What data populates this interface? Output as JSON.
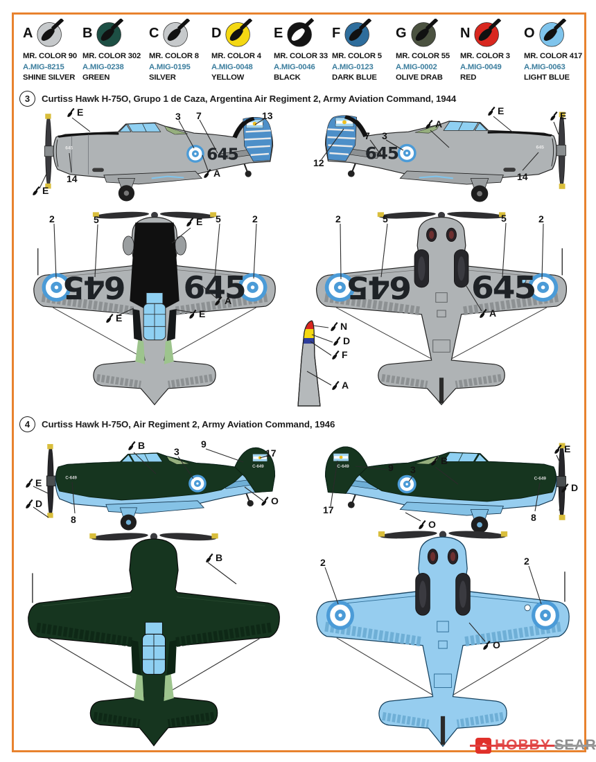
{
  "page": {
    "bg": "#FFFFFF",
    "frame_color": "#E8822E"
  },
  "palette": [
    {
      "letter": "A",
      "circle": "#C6C9CB",
      "mr": "MR. COLOR 90",
      "amig": "A.MIG-8215",
      "name": "SHINE SILVER"
    },
    {
      "letter": "B",
      "circle": "#1D4F44",
      "mr": "MR. COLOR 302",
      "amig": "A.MIG-0238",
      "name": "GREEN"
    },
    {
      "letter": "C",
      "circle": "#C6C9CB",
      "mr": "MR. COLOR 8",
      "amig": "A.MIG-0195",
      "name": "SILVER"
    },
    {
      "letter": "D",
      "circle": "#F4D813",
      "mr": "MR. COLOR 4",
      "amig": "A.MIG-0048",
      "name": "YELLOW"
    },
    {
      "letter": "E",
      "circle": "#141414",
      "mr": "MR. COLOR 33",
      "amig": "A.MIG-0046",
      "name": "BLACK"
    },
    {
      "letter": "F",
      "circle": "#2E6D9C",
      "mr": "MR. COLOR 5",
      "amig": "A.MIG-0123",
      "name": "DARK BLUE"
    },
    {
      "letter": "G",
      "circle": "#4B5240",
      "mr": "MR. COLOR 55",
      "amig": "A.MIG-0002",
      "name": "OLIVE DRAB"
    },
    {
      "letter": "N",
      "circle": "#D8271F",
      "mr": "MR. COLOR 3",
      "amig": "A.MIG-0049",
      "name": "RED"
    },
    {
      "letter": "O",
      "circle": "#7FC4EC",
      "mr": "MR. COLOR 417",
      "amig": "A.MIG-0063",
      "name": "LIGHT BLUE"
    }
  ],
  "sections": [
    {
      "num": "3",
      "title": "Curtiss Hawk H-75O, Grupo 1 de Caza, Argentina Air Regiment 2, Army Aviation Command, 1944"
    },
    {
      "num": "4",
      "title": "Curtiss Hawk H-75O, Air Regiment 2, Army Aviation Command, 1946"
    }
  ],
  "markings": {
    "code": "645",
    "tail_code": "C-649"
  },
  "labels": {
    "2": "2",
    "3": "3",
    "5": "5",
    "7": "7",
    "8": "8",
    "9": "9",
    "12": "12",
    "13": "13",
    "14": "14",
    "17": "17",
    "A": "A",
    "B": "B",
    "D": "D",
    "E": "E",
    "F": "F",
    "N": "N",
    "O": "O"
  },
  "colors": {
    "airframe_gray": "#AFB3B5",
    "airframe_shade": "#8D9193",
    "dark_green": "#16351F",
    "light_blue": "#96CDEF",
    "roundel_blue": "#4B9BD7",
    "canopy_blue": "#8FD0F2",
    "interior_green": "#9DC48D",
    "prop_yellow": "#D9BE3C",
    "digit": "#1E2226",
    "amig_text": "#3C7E9E",
    "black_paint": "#121212"
  },
  "watermark": {
    "left": "HOBBY",
    "right": "SEARCH"
  }
}
